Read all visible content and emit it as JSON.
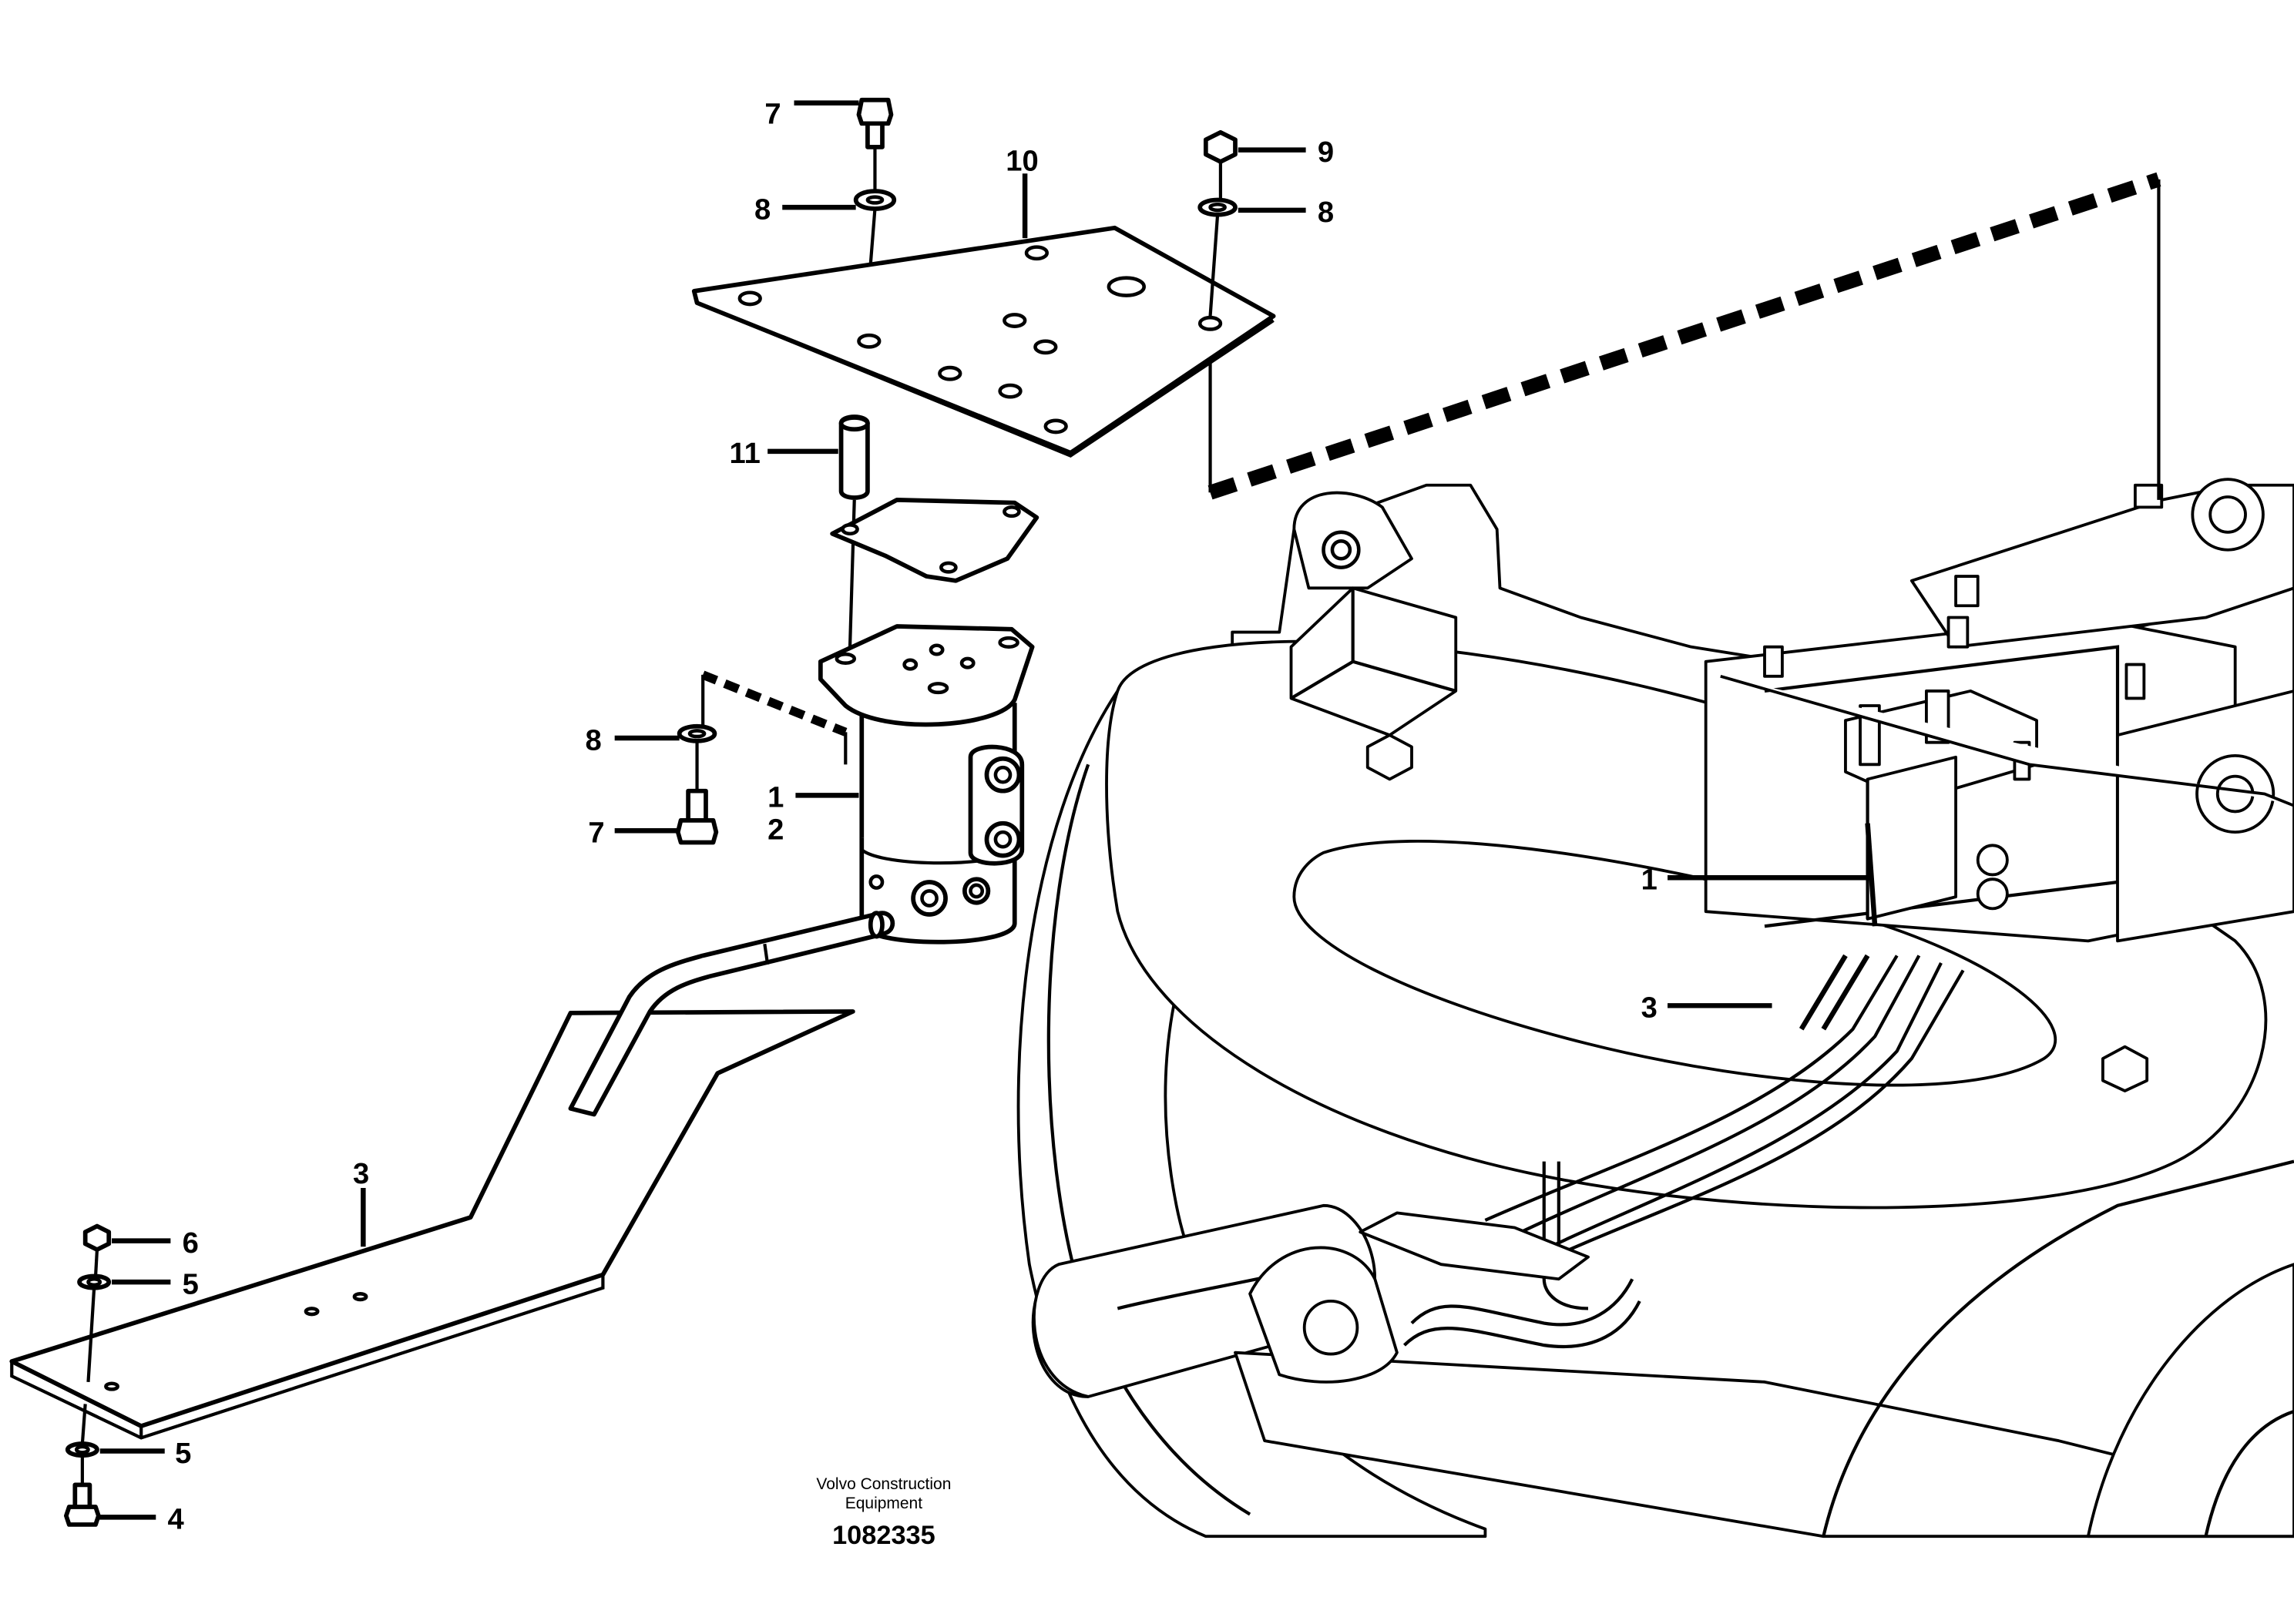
{
  "callouts": [
    {
      "id": "c7a",
      "label": "7"
    },
    {
      "id": "c8a",
      "label": "8"
    },
    {
      "id": "c10",
      "label": "10"
    },
    {
      "id": "c9",
      "label": "9"
    },
    {
      "id": "c8b",
      "label": "8"
    },
    {
      "id": "c11",
      "label": "11"
    },
    {
      "id": "c8c",
      "label": "8"
    },
    {
      "id": "c1a",
      "label": "1"
    },
    {
      "id": "c2",
      "label": "2"
    },
    {
      "id": "c7b",
      "label": "7"
    },
    {
      "id": "c3a",
      "label": "3"
    },
    {
      "id": "c6",
      "label": "6"
    },
    {
      "id": "c5a",
      "label": "5"
    },
    {
      "id": "c5b",
      "label": "5"
    },
    {
      "id": "c4",
      "label": "4"
    },
    {
      "id": "c1b",
      "label": "1"
    },
    {
      "id": "c3b",
      "label": "3"
    }
  ],
  "footer": {
    "maker_line1": "Volvo Construction",
    "maker_line2": "Equipment",
    "doc_number": "1082335"
  }
}
